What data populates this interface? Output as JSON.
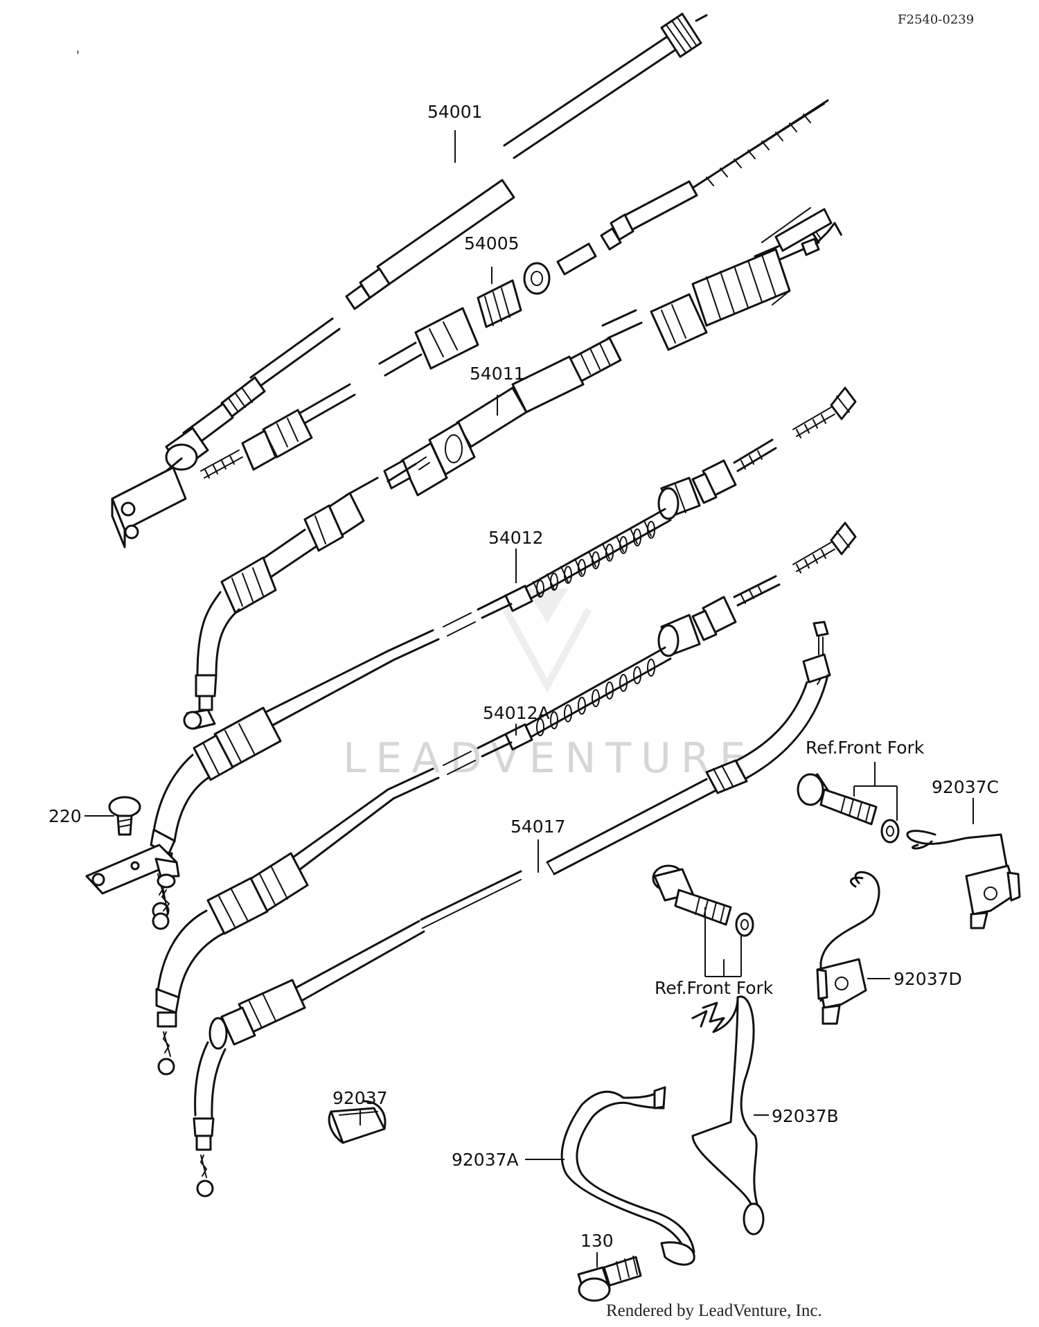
{
  "diagram_code": "F2540-0239",
  "watermark": "LEADVENTURE",
  "credit": "Rendered by LeadVenture, Inc.",
  "parts": [
    {
      "id": "54001",
      "label": "54001"
    },
    {
      "id": "54005",
      "label": "54005"
    },
    {
      "id": "54011",
      "label": "54011"
    },
    {
      "id": "54012",
      "label": "54012"
    },
    {
      "id": "54012A",
      "label": "54012A"
    },
    {
      "id": "54017",
      "label": "54017"
    },
    {
      "id": "220",
      "label": "220"
    },
    {
      "id": "92037",
      "label": "92037"
    },
    {
      "id": "92037A",
      "label": "92037A"
    },
    {
      "id": "92037B",
      "label": "92037B"
    },
    {
      "id": "92037C",
      "label": "92037C"
    },
    {
      "id": "92037D",
      "label": "92037D"
    },
    {
      "id": "130",
      "label": "130"
    }
  ],
  "references": [
    {
      "id": "ref-1",
      "label": "Ref.Front Fork"
    },
    {
      "id": "ref-2",
      "label": "Ref.Front Fork"
    }
  ]
}
